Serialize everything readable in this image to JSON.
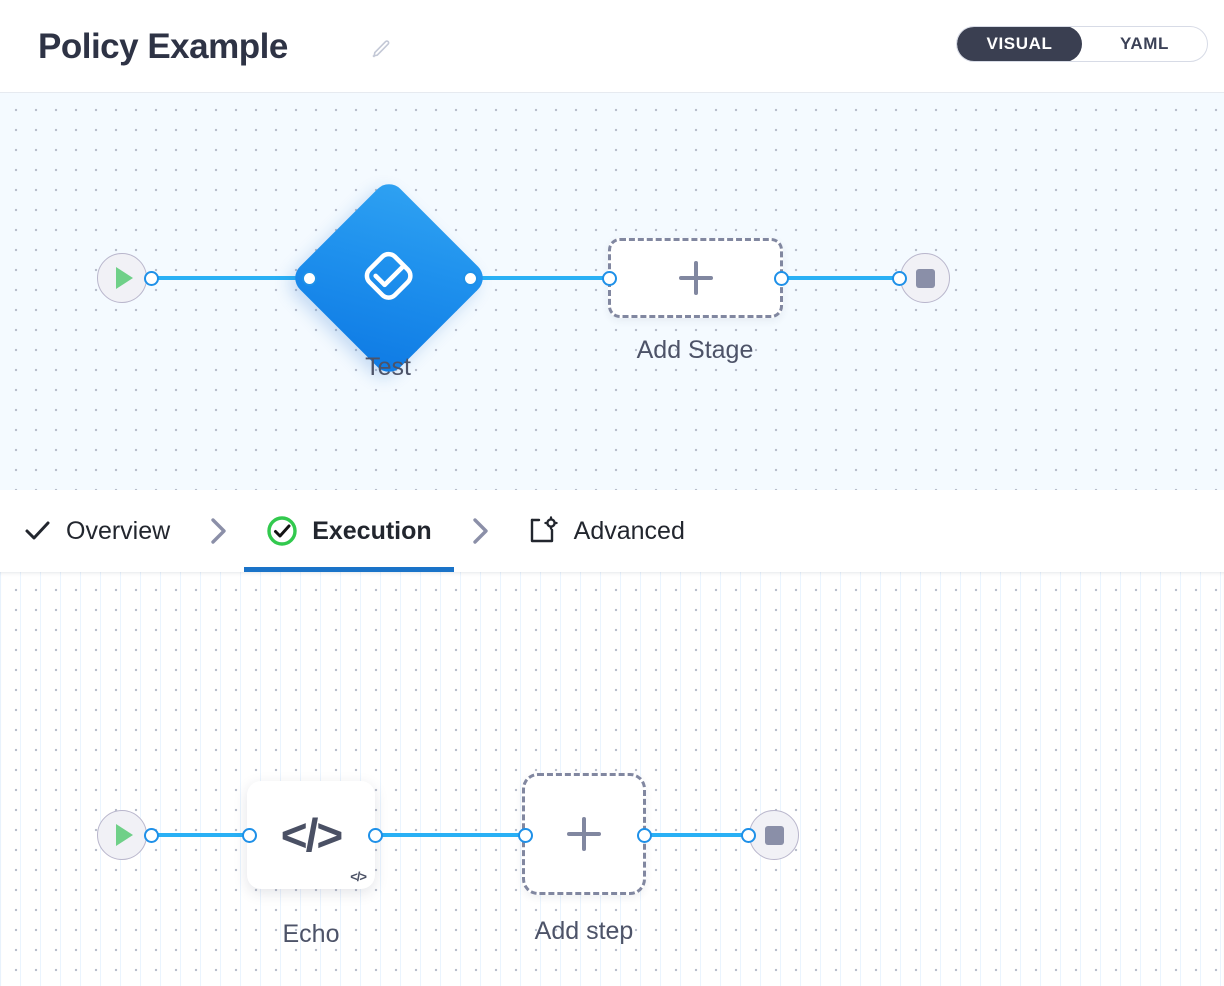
{
  "header": {
    "title": "Policy Example",
    "edit_icon": "pencil-icon",
    "view_toggle": {
      "options": [
        {
          "label": "VISUAL",
          "active": true
        },
        {
          "label": "YAML",
          "active": false
        }
      ],
      "active_color": "#3a3f51"
    }
  },
  "stage_canvas": {
    "start_node": {
      "icon": "play-icon",
      "color": "#6fd088"
    },
    "stage": {
      "label": "Test",
      "icon": "check-diamond-icon",
      "color": "#1e90ed"
    },
    "add_stage": {
      "label": "Add Stage",
      "icon": "plus-icon"
    },
    "end_node": {
      "icon": "stop-icon",
      "color": "#8a8fa8"
    },
    "edge_color": "#29b0f5"
  },
  "tabs": [
    {
      "label": "Overview",
      "icon": "check-icon",
      "active": false
    },
    {
      "label": "Execution",
      "icon": "check-circle-icon",
      "active": true
    },
    {
      "label": "Advanced",
      "icon": "window-gear-icon",
      "active": false
    }
  ],
  "tab_separator": "chevron-right-icon",
  "active_tab_underline_color": "#1a73c8",
  "step_canvas": {
    "start_node": {
      "icon": "play-icon",
      "color": "#6fd088"
    },
    "step": {
      "label": "Echo",
      "icon": "code-icon",
      "badge": "</>"
    },
    "add_step": {
      "label": "Add step",
      "icon": "plus-icon"
    },
    "end_node": {
      "icon": "stop-icon",
      "color": "#8a8fa8"
    },
    "edge_color": "#29b0f5"
  }
}
